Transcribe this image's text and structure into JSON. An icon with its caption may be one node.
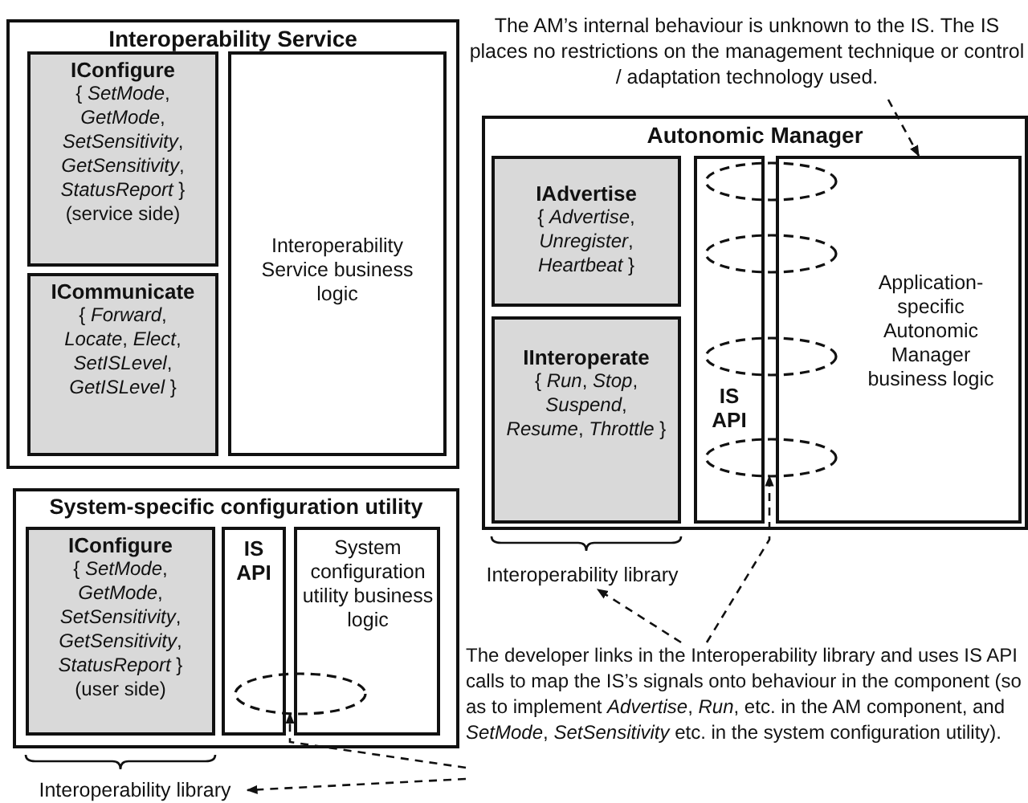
{
  "diagram": {
    "nodes": [
      {
        "text": [
          "Interoperability Service"
        ]
      },
      {
        "text": [
          "IConfigure",
          "{ *SetMode*, *GetMode*, *SetSensitivity*, *GetSensitivity*, *StatusReport* }",
          "(service side)"
        ],
        "in": 0
      },
      {
        "text": [
          "ICommunicate",
          "{ *Forward*, *Locate*, *Elect*, *SetISLevel*, *GetISLevel* }"
        ],
        "in": 0
      },
      {
        "text": [
          "Interoperability Service business logic"
        ],
        "in": 0
      },
      {
        "text": [
          "The AM’s internal behaviour is unknown to the IS. The IS places no restrictions on the management technique or control / adaptation technology used."
        ]
      },
      {
        "text": [
          "Autonomic Manager"
        ]
      },
      {
        "text": [
          "IAdvertise",
          "{ *Advertise*, *Unregister*, *Heartbeat* }"
        ],
        "in": 5
      },
      {
        "text": [
          "IInteroperate",
          "{ *Run*, *Stop*, *Suspend*, *Resume*, *Throttle* }"
        ],
        "in": 5
      },
      {
        "text": [
          "IS API"
        ],
        "in": 5
      },
      {
        "text": [
          "Application-specific Autonomic Manager business logic"
        ],
        "in": 5
      },
      {
        "text": [],
        "shape": "ellipse",
        "in": 5
      },
      {
        "text": [],
        "shape": "ellipse",
        "in": 5
      },
      {
        "text": [],
        "shape": "ellipse",
        "in": 5
      },
      {
        "text": [],
        "shape": "ellipse",
        "in": 5
      },
      {
        "text": [
          "System-specific configuration utility"
        ]
      },
      {
        "text": [
          "IConfigure",
          "{ *SetMode*, *GetMode*, *SetSensitivity*, *GetSensitivity*, *StatusReport* }",
          "(user side)"
        ],
        "in": 14
      },
      {
        "text": [
          "IS API"
        ],
        "in": 14
      },
      {
        "text": [
          "System configuration utility business logic"
        ],
        "in": 14
      },
      {
        "text": [],
        "shape": "ellipse",
        "in": 14
      },
      {
        "text": [
          "Interoperability library"
        ]
      },
      {
        "text": [
          "Interoperability library"
        ]
      },
      {
        "text": [
          "The developer links in the Interoperability library and uses IS API calls to map the IS’s signals onto behaviour in the component (so as to implement *Advertise*, *Run*, etc. in the AM component, and *SetMode*, *SetSensitivity* etc. in the system configuration utility)."
        ]
      }
    ],
    "edges": [
      {
        "from": 4,
        "to": 9,
        "arrow": "to",
        "style": "dashed"
      },
      {
        "from": 21,
        "to": 13,
        "arrow": "to",
        "style": "dashed"
      },
      {
        "from": 21,
        "to": 19,
        "arrow": "to",
        "style": "dashed"
      },
      {
        "from": 21,
        "to": 18,
        "arrow": "to",
        "style": "dashed"
      },
      {
        "from": 21,
        "to": 20,
        "arrow": "to",
        "style": "dashed"
      }
    ]
  }
}
